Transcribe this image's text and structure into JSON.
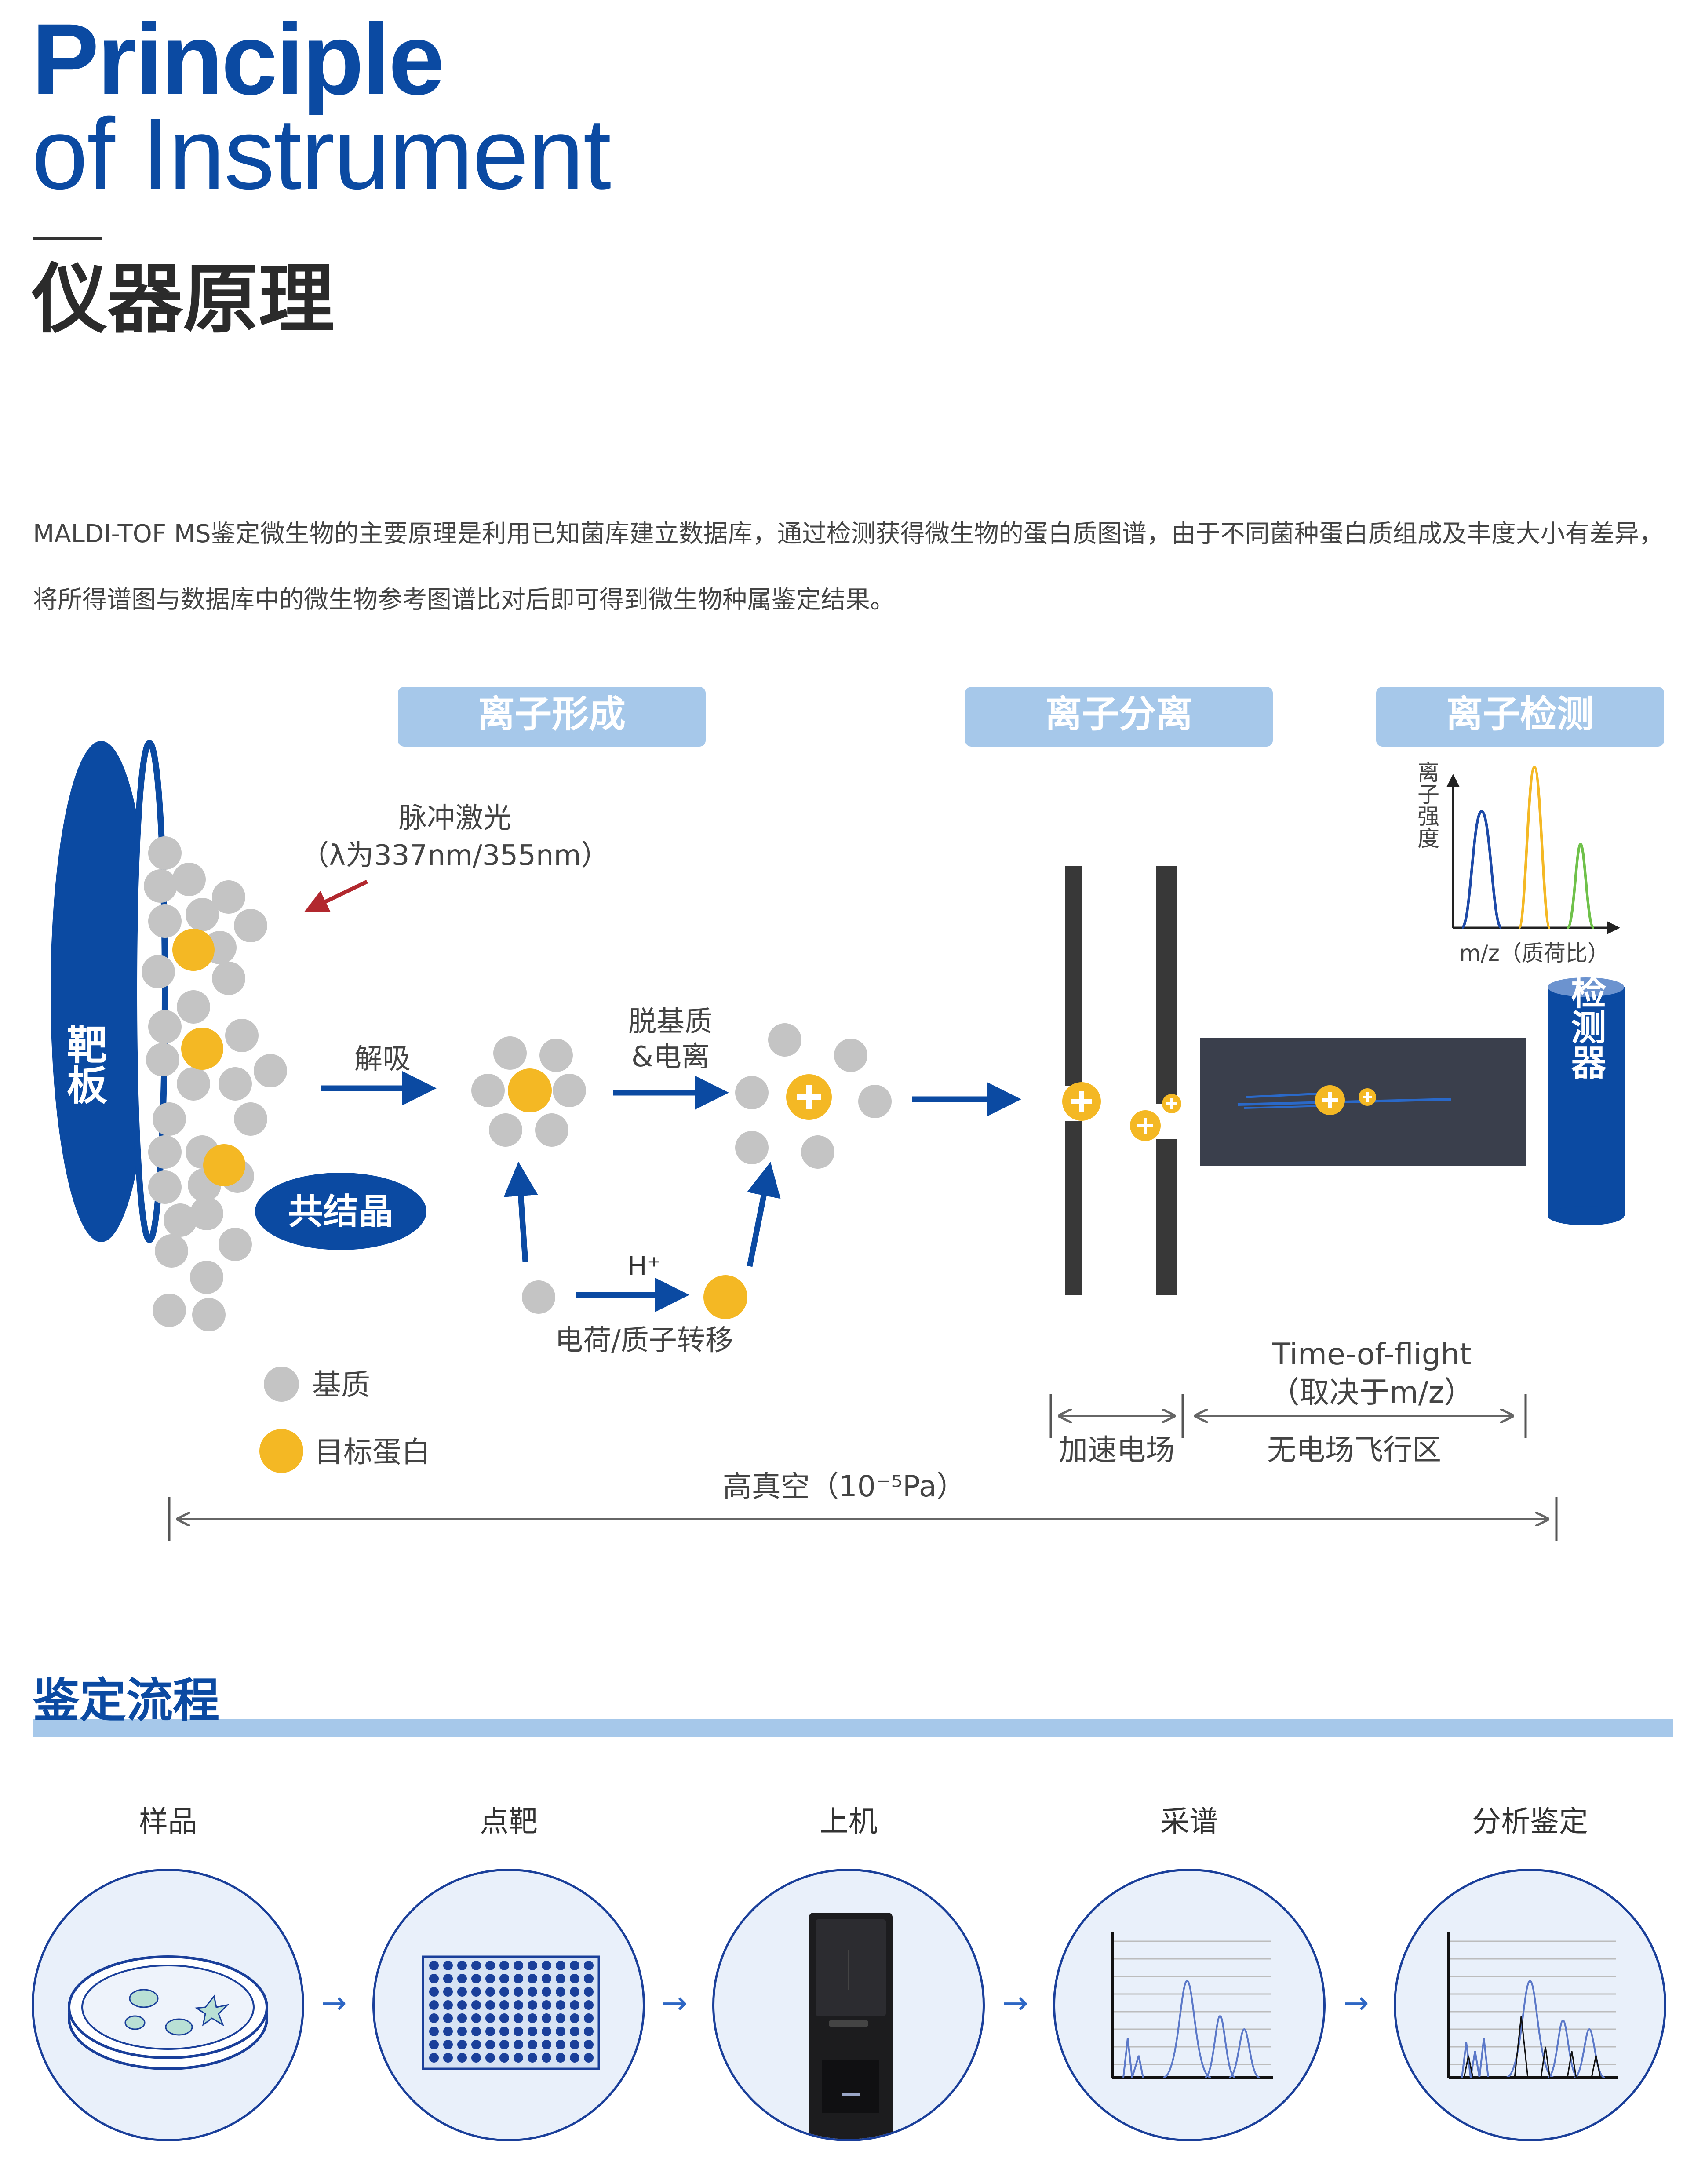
{
  "header": {
    "title_en_line1": "Principle",
    "title_en_line2": "of Instrument",
    "title_zh": "仪器原理"
  },
  "intro_text": "MALDI-TOF MS鉴定微生物的主要原理是利用已知菌库建立数据库，通过检测获得微生物的蛋白质图谱，由于不同菌种蛋白质组成及丰度大小有差异，将所得谱图与数据库中的微生物参考图谱比对后即可得到微生物种属鉴定结果。",
  "diagram": {
    "stage_ion_formation": "离子形成",
    "stage_ion_separation": "离子分离",
    "stage_ion_detection": "离子检测",
    "target_plate": "靶板",
    "laser_label": "脉冲激光",
    "laser_wavelength": "（λ为337nm/355nm）",
    "cocrystal": "共结晶",
    "desorption": "解吸",
    "dematrix_line1": "脱基质",
    "dematrix_line2": "&电离",
    "proton": "H⁺",
    "charge_transfer": "电荷/质子转移",
    "detector": "检测器",
    "spectrum_ylabel": "离子强度",
    "spectrum_xlabel": "m/z（质荷比）",
    "tof_line1": "Time-of-flight",
    "tof_line2": "（取决于m/z）",
    "accel_field": "加速电场",
    "drift_region": "无电场飞行区",
    "high_vacuum": "高真空（10⁻⁵Pa）",
    "legend_matrix": "基质",
    "legend_protein": "目标蛋白"
  },
  "workflow": {
    "title": "鉴定流程",
    "arrow_symbol": "→",
    "steps": [
      {
        "label": "样品",
        "icon": "petri-dish-icon"
      },
      {
        "label": "点靶",
        "icon": "target-plate-icon"
      },
      {
        "label": "上机",
        "icon": "instrument-icon"
      },
      {
        "label": "采谱",
        "icon": "spectrum-icon"
      },
      {
        "label": "分析鉴定",
        "icon": "analysis-spectrum-icon"
      }
    ]
  },
  "colors": {
    "brand_blue": "#0b4aa2",
    "stage_box": "#a6c8ea",
    "matrix_gray": "#c4c4c4",
    "protein_yellow": "#f4b824",
    "chamber_dark": "#3a3f4c"
  }
}
